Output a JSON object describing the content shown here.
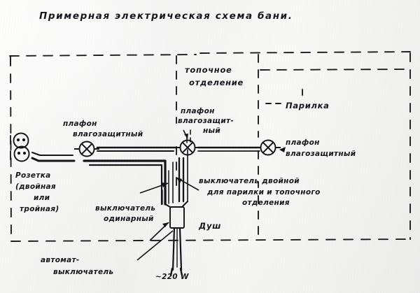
{
  "document": {
    "title": "Примерная электрическая схема бани.",
    "kind": "hand-drawn-electrical-schematic"
  },
  "rooms": [
    {
      "id": "furnace",
      "label_line1": "топочное",
      "label_line2": "отделение"
    },
    {
      "id": "steam",
      "label": "Парилка"
    },
    {
      "id": "shower",
      "label": "Душ"
    }
  ],
  "components": [
    {
      "id": "socket",
      "icon": "socket-icon",
      "label_line1": "Розетка",
      "label_line2": "(двойная",
      "label_line3": "или",
      "label_line4": "тройная)"
    },
    {
      "id": "lamp-left",
      "icon": "lamp-icon",
      "label_line1": "плафон",
      "label_line2": "влагозащитный"
    },
    {
      "id": "lamp-middle",
      "icon": "lamp-icon",
      "label_line1": "плафон",
      "label_line2": "влагозащит-",
      "label_line3": "ный"
    },
    {
      "id": "lamp-right",
      "icon": "lamp-icon",
      "label_line1": "плафон",
      "label_line2": "влагозащитный"
    },
    {
      "id": "switch-single",
      "icon": "switch-icon",
      "label_line1": "выключатель",
      "label_line2": "одинарный"
    },
    {
      "id": "switch-double",
      "icon": "switch-icon",
      "label_line1": "выключатель двойной",
      "label_line2": "для парилки и топочного",
      "label_line3": "отделения"
    },
    {
      "id": "breaker",
      "icon": "breaker-icon",
      "label_line1": "автомат-",
      "label_line2": "выключатель"
    }
  ],
  "supply": {
    "id": "mains",
    "label": "~220 W"
  },
  "colors": {
    "ink": "#121318",
    "paper": "#f3f3f1"
  }
}
